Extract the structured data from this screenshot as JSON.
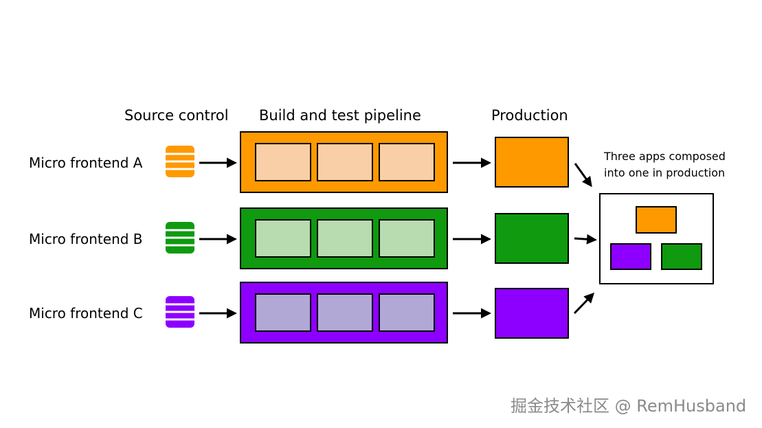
{
  "headers": {
    "source_control": "Source control",
    "pipeline": "Build and test pipeline",
    "production": "Production"
  },
  "rows": [
    {
      "label": "Micro frontend A",
      "color": "#ff9900",
      "light": "#f8cfa6"
    },
    {
      "label": "Micro frontend B",
      "color": "#0f9a0f",
      "light": "#b8dbb0"
    },
    {
      "label": "Micro frontend C",
      "color": "#8d00ff",
      "light": "#b1a8d6"
    }
  ],
  "note": {
    "line1": "Three apps composed",
    "line2": "into one in production"
  },
  "icons": {
    "repo": "database-icon",
    "arrow": "arrow-right-icon"
  },
  "watermark": "掘金技术社区 @ RemHusband"
}
